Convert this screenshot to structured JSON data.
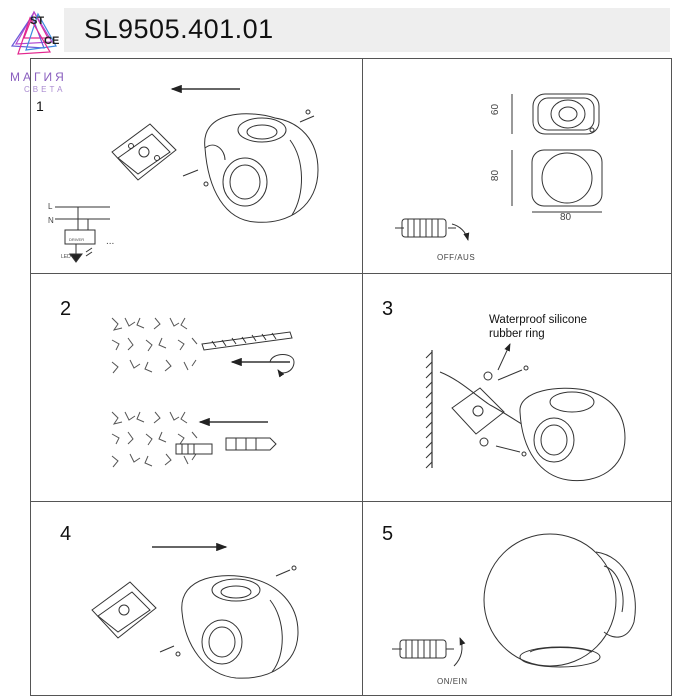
{
  "header": {
    "model": "SL9505.401.01",
    "logo_mark": "ST LUCE",
    "logo_brand": "МАГИЯ",
    "logo_sub": "СВЕТА"
  },
  "steps": {
    "s1": "1",
    "s2": "2",
    "s3": "3",
    "s4": "4",
    "s5": "5"
  },
  "panel1": {
    "wire_l": "L",
    "wire_n": "N",
    "driver": "DRIVER",
    "led": "LED",
    "dots": "..."
  },
  "dimensions": {
    "height_top": "60",
    "height_bottom": "80",
    "width": "80",
    "switch_off": "OFF/AUS"
  },
  "panel3": {
    "callout_line1": "Waterproof silicone",
    "callout_line2": "rubber ring"
  },
  "panel5": {
    "switch_on": "ON/EIN"
  }
}
